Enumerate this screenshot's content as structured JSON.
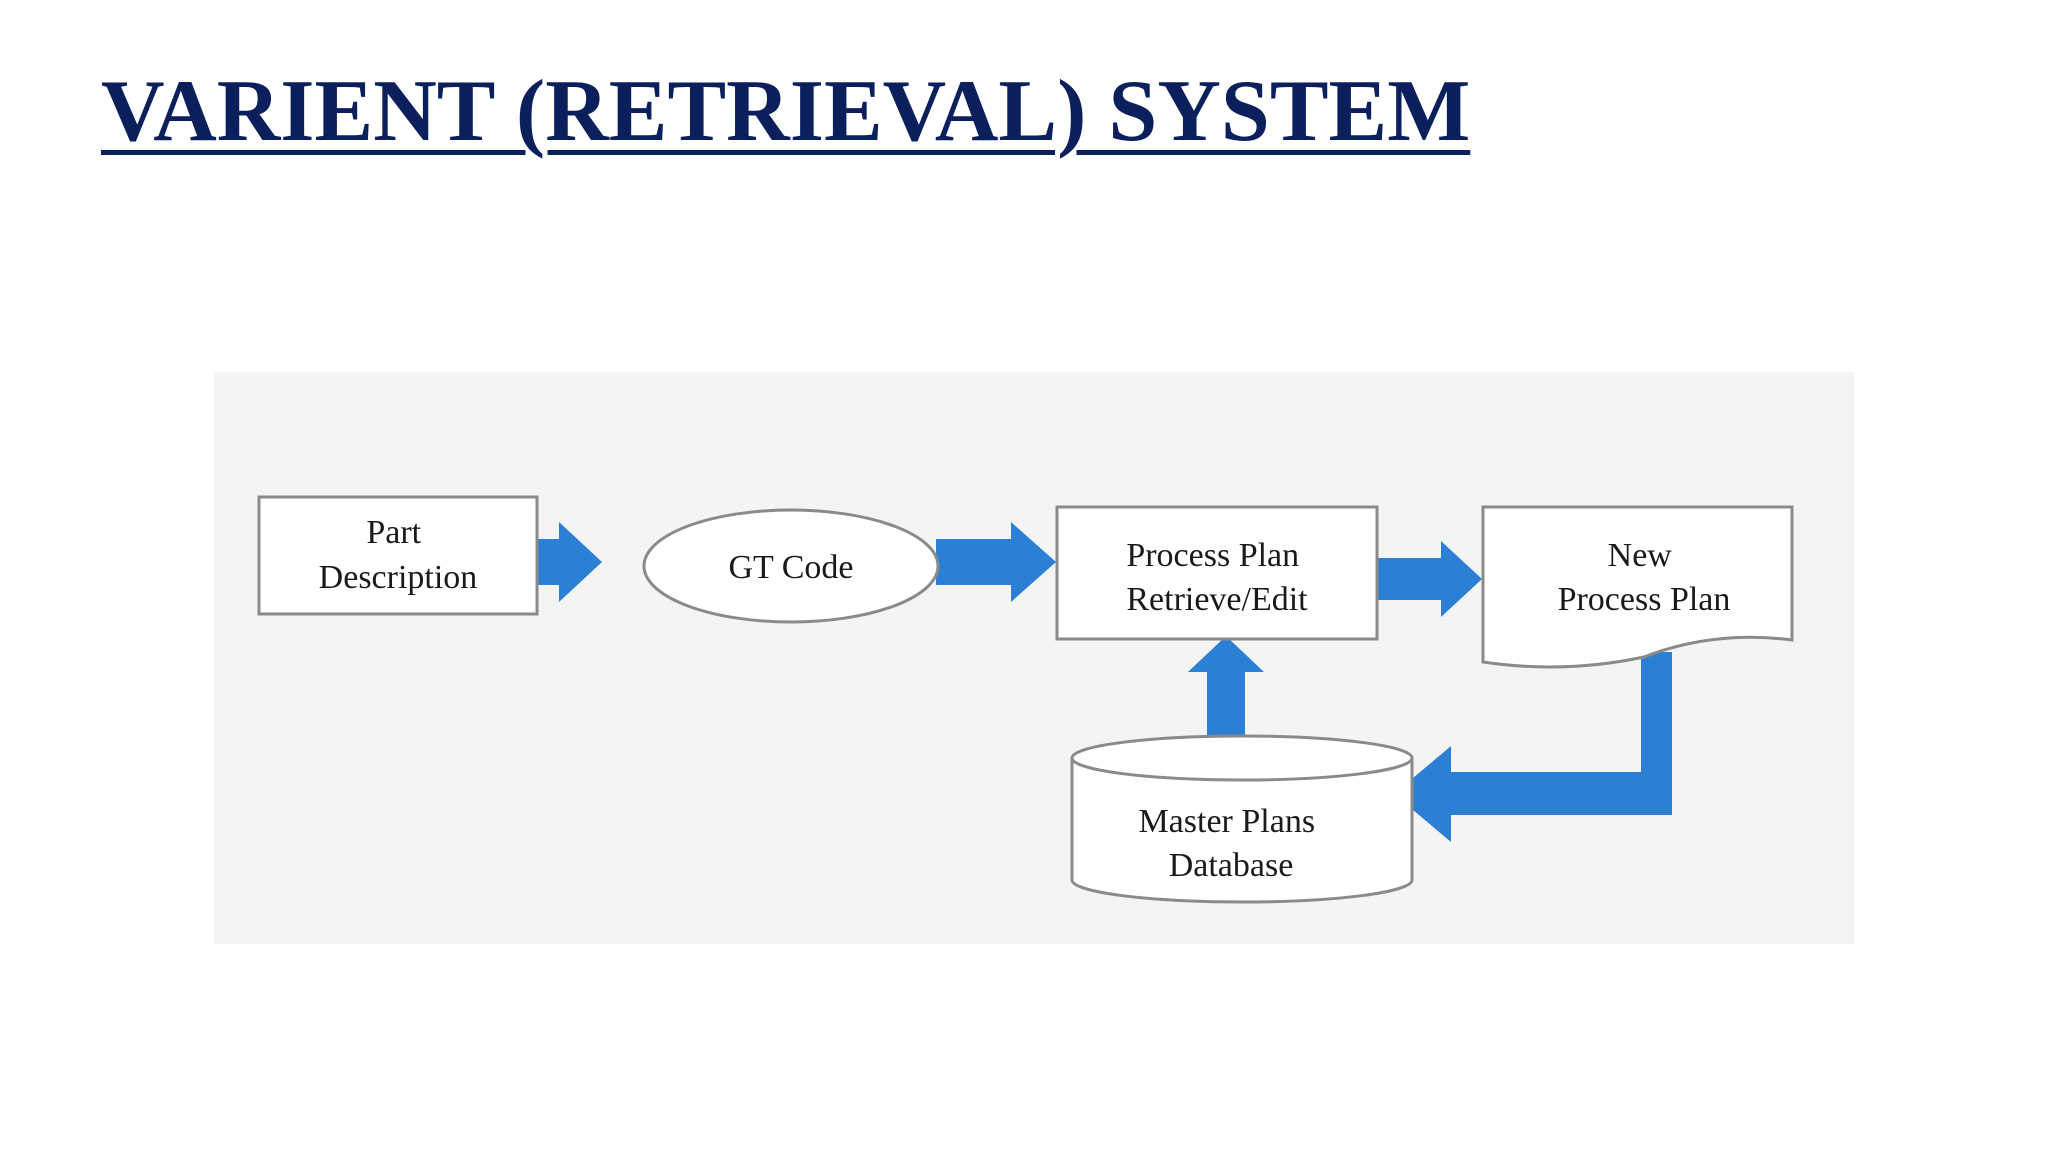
{
  "title": "VARIENT (RETRIEVAL) SYSTEM",
  "colors": {
    "title": "#0b1f5c",
    "arrow": "#2b80d6",
    "box_stroke": "#8a8a8a",
    "panel_bg": "#f4f4f4"
  },
  "diagram": {
    "nodes": {
      "part_description": {
        "lines": [
          "Part",
          "Description"
        ]
      },
      "gt_code": {
        "lines": [
          "GT Code"
        ]
      },
      "process_plan": {
        "lines": [
          "Process Plan",
          "Retrieve/Edit"
        ]
      },
      "new_process_plan": {
        "lines": [
          "New",
          "Process Plan"
        ]
      },
      "master_plans": {
        "lines": [
          "Master Plans",
          "Database"
        ]
      }
    },
    "edges": [
      {
        "from": "Part Description",
        "to": "GT Code"
      },
      {
        "from": "GT Code",
        "to": "Process Plan Retrieve/Edit"
      },
      {
        "from": "Process Plan Retrieve/Edit",
        "to": "New Process Plan"
      },
      {
        "from": "New Process Plan",
        "to": "Master Plans Database"
      },
      {
        "from": "Master Plans Database",
        "to": "Process Plan Retrieve/Edit"
      }
    ]
  }
}
